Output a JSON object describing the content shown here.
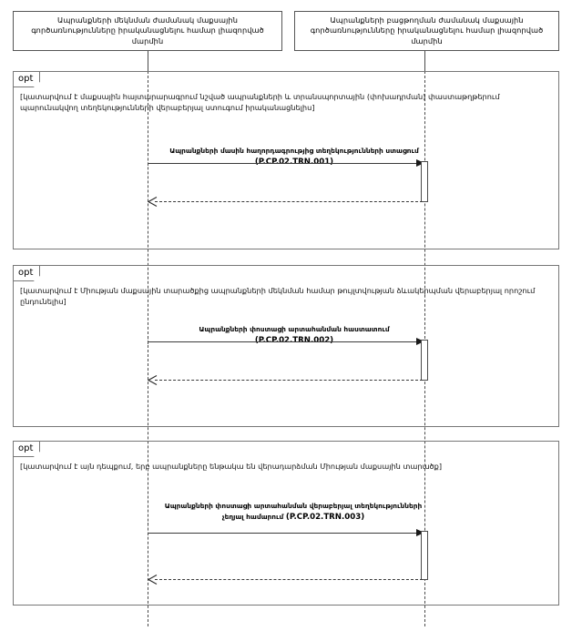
{
  "diagram": {
    "type": "uml-sequence-diagram",
    "participants": [
      {
        "id": "registration-body",
        "label": "Ապրանքների մեկնման ժամանակ մաքսային գործառնությունները իրականացնելու համար լիազորված մարմին"
      },
      {
        "id": "release-body",
        "label": "Ապրանքների բացթողման ժամանակ մաքսային գործառնությունները իրականացնելու համար լիազորված մարմին"
      }
    ],
    "fragments": [
      {
        "operator": "opt",
        "guard": "[կատարվում է մաքսային հայտարարագրում նշված ապրանքների և տրանսպորտային (փոխադրման) փաստաթղթերում պարունակվող տեղեկությունների վերաբերյալ ստուգում իրականացնելիս]",
        "message": {
          "label": "Ապրանքների մասին հաղորդագրությից տեղեկությունների ստացում",
          "code": "(P.CP.02.TRN.001)"
        }
      },
      {
        "operator": "opt",
        "guard": "[կատարվում է Միության մաքսային տարածքից ապրանքների մեկնման համար թույլտվության ձևակերպման վերաբերյալ որոշում ընդունելիս]",
        "message": {
          "label": "Ապրանքների փոստացի արտահանման հաստատում",
          "code": "(P.CP.02.TRN.002)"
        }
      },
      {
        "operator": "opt",
        "guard": "[կատարվում է այն դեպքում, երբ ապրանքները ենթակա են վերադարձման Միության մաքսային տարածք]",
        "message": {
          "label": "Ապրանքների փոստացի արտահանման վերաբերյալ տեղեկությունների չեղյալ համարում",
          "code": "(P.CP.02.TRN.003)"
        }
      }
    ],
    "operator_label": "opt",
    "colors": {
      "box_border": "#555555",
      "fragment_border": "#777777",
      "line": "#3a3a3a",
      "background": "#ffffff"
    }
  },
  "caption": ""
}
